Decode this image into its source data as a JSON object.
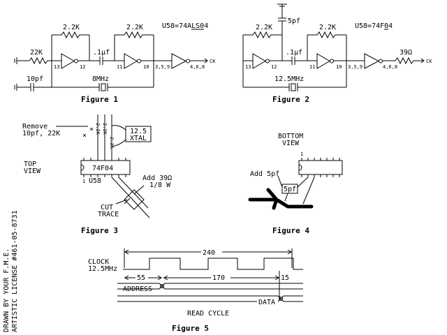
{
  "figure1": {
    "caption": "Figure 1",
    "chip_label": "U58=74ALS04",
    "r_top_left": "2.2K",
    "r_top_right": "2.2K",
    "r_input": "22K",
    "cap_bottom": "10pf",
    "cap_mid": ".1µf",
    "crystal": "8MHz",
    "pin_13": "13",
    "pin_12": "12",
    "pin_11": "11",
    "pin_10": "10",
    "pins_359": "3,5,9",
    "pins_468": "4,6,8",
    "out": "CK"
  },
  "figure2": {
    "caption": "Figure 2",
    "chip_label": "U58=74F04",
    "r_top_left": "2.2K",
    "r_top_right": "2.2K",
    "cap_top": "5pf",
    "cap_mid": ".1µf",
    "crystal": "12.5MHz",
    "r_out": "39Ω",
    "pin_13": "13",
    "pin_12": "12",
    "pin_11": "11",
    "pin_10": "10",
    "pins_359": "3,5,9",
    "pins_468": "4,6,8",
    "out": "CK"
  },
  "figure3": {
    "caption": "Figure 3",
    "remove_label": "Remove",
    "remove_parts": "10pf, 22K",
    "r1": "2.2K",
    "r2": "2.2K",
    "r3": "2.2K",
    "xtal_line1": "12.5",
    "xtal_line2": "XTAL",
    "view_line1": "TOP",
    "view_line2": "VIEW",
    "chip": "74F04",
    "pin1": "1",
    "chip_ref": "U58",
    "add_line1": "Add 39Ω",
    "add_line2": "1/8 W",
    "cut_line1": "CUT",
    "cut_line2": "TRACE"
  },
  "figure4": {
    "caption": "Figure 4",
    "view_line1": "BOTTOM",
    "view_line2": "VIEW",
    "pin1": "1",
    "add_label": "Add 5pf",
    "cap_box": "5pf"
  },
  "figure5": {
    "caption": "Figure 5",
    "clock_line1": "CLOCK",
    "clock_line2": "12.5MHz",
    "t240": "240",
    "t55": "55",
    "t170": "170",
    "t15": "15",
    "address": "ADDRESS",
    "data": "DATA",
    "read_cycle": "READ CYCLE"
  },
  "credit": {
    "line1": "DRAWN BY YOUR F.M.E.",
    "line2": "ARTISTIC LICENSE #461-05-8731"
  },
  "ground_symbol": "ground-icon",
  "arrow_symbol": "arrow-right-icon"
}
